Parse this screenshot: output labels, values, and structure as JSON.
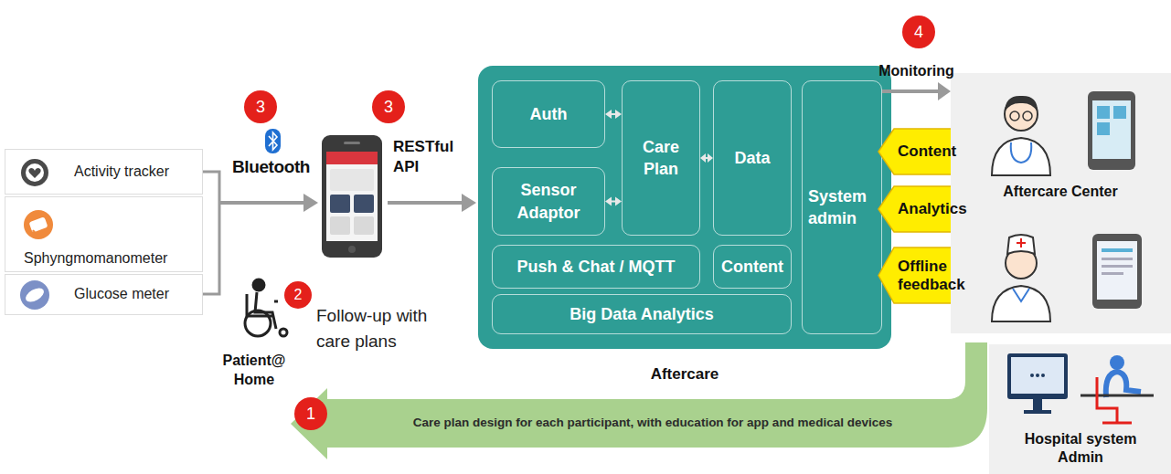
{
  "diagram": {
    "nodes": [
      {
        "text": [
          "Activity tracker"
        ]
      },
      {
        "text": [
          "Sphyngmomanometer"
        ]
      },
      {
        "text": [
          "Glucose meter"
        ]
      },
      {
        "text": [
          "Aftercare"
        ]
      },
      {
        "text": [
          "Auth"
        ],
        "in": 3
      },
      {
        "text": [
          "Care Plan"
        ],
        "in": 3
      },
      {
        "text": [
          "Data"
        ],
        "in": 3
      },
      {
        "text": [
          "System admin"
        ],
        "in": 3
      },
      {
        "text": [
          "Sensor Adaptor"
        ],
        "in": 3
      },
      {
        "text": [
          "Push & Chat / MQTT"
        ],
        "in": 3
      },
      {
        "text": [
          "Content"
        ],
        "in": 3
      },
      {
        "text": [
          "Big Data Analytics"
        ],
        "in": 3
      },
      {
        "text": [
          "Content"
        ]
      },
      {
        "text": [
          "Analytics"
        ]
      },
      {
        "text": [
          "Offline feedback"
        ]
      },
      {
        "text": [
          "Aftercare Center"
        ]
      },
      {
        "text": [
          "Hospital system Admin"
        ]
      },
      {
        "text": [
          "Care plan design for each participant, with education for app and medical devices"
        ]
      }
    ],
    "edges": [
      {
        "from": 4,
        "to": 5,
        "arrow": "both"
      },
      {
        "from": 8,
        "to": 5,
        "arrow": "both"
      },
      {
        "from": 5,
        "to": 6,
        "arrow": "both"
      },
      {
        "from": 7,
        "to": 15,
        "arrow": "to",
        "label": "Monitoring"
      }
    ],
    "labels": [
      "3",
      "Bluetooth",
      "3",
      "RESTful API",
      "2",
      "Follow-up with care plans",
      "Patient@ Home",
      "1",
      "4"
    ]
  }
}
